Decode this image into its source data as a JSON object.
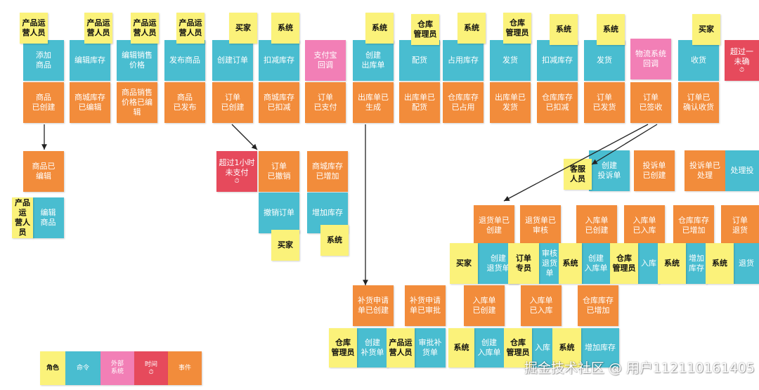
{
  "colors": {
    "role": "#fbf27a",
    "command": "#49bdd0",
    "external": "#f27fb6",
    "time": "#e64a5c",
    "event": "#f28c3b"
  },
  "legend": [
    {
      "kind": "role",
      "text": "角色"
    },
    {
      "kind": "command",
      "text": "命令"
    },
    {
      "kind": "external",
      "text": "外部\n系统"
    },
    {
      "kind": "time",
      "text": "时间",
      "icon": "clock-icon"
    },
    {
      "kind": "event",
      "text": "事件"
    }
  ],
  "notes": [
    {
      "kind": "command",
      "text": "添加\n商品"
    },
    {
      "kind": "role",
      "text": "产品运\n营人员"
    },
    {
      "kind": "event",
      "text": "商品\n已创建"
    },
    {
      "kind": "command",
      "text": "编辑库存"
    },
    {
      "kind": "role",
      "text": "产品运\n营人员"
    },
    {
      "kind": "event",
      "text": "商城库存\n已编辑"
    },
    {
      "kind": "command",
      "text": "编辑销售\n价格"
    },
    {
      "kind": "role",
      "text": "产品运\n营人员"
    },
    {
      "kind": "event",
      "text": "商品销售\n价格已编辑"
    },
    {
      "kind": "command",
      "text": "发布商品"
    },
    {
      "kind": "role",
      "text": "产品运\n营人员"
    },
    {
      "kind": "event",
      "text": "商品\n已发布"
    },
    {
      "kind": "command",
      "text": "创建订单"
    },
    {
      "kind": "role",
      "text": "买家"
    },
    {
      "kind": "event",
      "text": "订单\n已创建"
    },
    {
      "kind": "command",
      "text": "扣减库存"
    },
    {
      "kind": "role",
      "text": "系统"
    },
    {
      "kind": "event",
      "text": "商城库存\n已扣减"
    },
    {
      "kind": "external",
      "text": "支付宝\n回调"
    },
    {
      "kind": "event",
      "text": "订单\n已支付"
    },
    {
      "kind": "command",
      "text": "创建\n出库单"
    },
    {
      "kind": "role",
      "text": "系统"
    },
    {
      "kind": "event",
      "text": "出库单已\n生成"
    },
    {
      "kind": "command",
      "text": "配货"
    },
    {
      "kind": "role",
      "text": "仓库\n管理员"
    },
    {
      "kind": "event",
      "text": "出库单已\n配货"
    },
    {
      "kind": "command",
      "text": "占用库存"
    },
    {
      "kind": "role",
      "text": "系统"
    },
    {
      "kind": "event",
      "text": "仓库库存\n已占用"
    },
    {
      "kind": "command",
      "text": "发货"
    },
    {
      "kind": "role",
      "text": "仓库\n管理员"
    },
    {
      "kind": "event",
      "text": "出库单已\n发货"
    },
    {
      "kind": "command",
      "text": "扣减库存"
    },
    {
      "kind": "role",
      "text": "系统"
    },
    {
      "kind": "event",
      "text": "仓库库存\n已扣减"
    },
    {
      "kind": "command",
      "text": "发货"
    },
    {
      "kind": "role",
      "text": "系统"
    },
    {
      "kind": "event",
      "text": "订单\n已发货"
    },
    {
      "kind": "external",
      "text": "物流系统\n回调"
    },
    {
      "kind": "event",
      "text": "订单\n已签收"
    },
    {
      "kind": "command",
      "text": "收货"
    },
    {
      "kind": "role",
      "text": "买家"
    },
    {
      "kind": "event",
      "text": "订单已\n确认收货"
    },
    {
      "kind": "time",
      "text": "超过一\n未确",
      "icon": "clock-icon"
    },
    {
      "kind": "event",
      "text": "商品已\n编辑"
    },
    {
      "kind": "command",
      "text": "编辑\n商品"
    },
    {
      "kind": "role",
      "text": "产品运\n营人员"
    },
    {
      "kind": "time",
      "text": "超过1小时\n未支付",
      "icon": "clock-icon"
    },
    {
      "kind": "event",
      "text": "订单\n已撤销"
    },
    {
      "kind": "command",
      "text": "撤销订单"
    },
    {
      "kind": "role",
      "text": "买家"
    },
    {
      "kind": "event",
      "text": "商城库存\n已增加"
    },
    {
      "kind": "command",
      "text": "增加库存"
    },
    {
      "kind": "role",
      "text": "系统"
    },
    {
      "kind": "command",
      "text": "创建\n投诉单"
    },
    {
      "kind": "role",
      "text": "客服\n人员"
    },
    {
      "kind": "event",
      "text": "投诉单\n已创建"
    },
    {
      "kind": "event",
      "text": "投诉单已\n处理"
    },
    {
      "kind": "command",
      "text": "处理投"
    },
    {
      "kind": "event",
      "text": "退货单已\n创建"
    },
    {
      "kind": "event",
      "text": "退货单已\n审核"
    },
    {
      "kind": "event",
      "text": "入库单\n已创建"
    },
    {
      "kind": "event",
      "text": "入库单\n已入库"
    },
    {
      "kind": "event",
      "text": "仓库库存\n已增加"
    },
    {
      "kind": "event",
      "text": "订单\n退货"
    },
    {
      "kind": "command",
      "text": "创建\n退货单"
    },
    {
      "kind": "role",
      "text": "买家"
    },
    {
      "kind": "command",
      "text": "审核\n退货单"
    },
    {
      "kind": "role",
      "text": "订单\n专员"
    },
    {
      "kind": "command",
      "text": "创建\n入库单"
    },
    {
      "kind": "role",
      "text": "系统"
    },
    {
      "kind": "command",
      "text": "入库"
    },
    {
      "kind": "role",
      "text": "仓库\n管理员"
    },
    {
      "kind": "command",
      "text": "增加库存"
    },
    {
      "kind": "role",
      "text": "系统"
    },
    {
      "kind": "command",
      "text": "退货"
    },
    {
      "kind": "role",
      "text": "系统"
    },
    {
      "kind": "event",
      "text": "补货申请\n单已创建"
    },
    {
      "kind": "event",
      "text": "补货申请\n单已审批"
    },
    {
      "kind": "event",
      "text": "入库单\n已创建"
    },
    {
      "kind": "event",
      "text": "入库单\n已入库"
    },
    {
      "kind": "event",
      "text": "仓库库存\n已增加"
    },
    {
      "kind": "command",
      "text": "创建\n补货单"
    },
    {
      "kind": "role",
      "text": "仓库\n管理员"
    },
    {
      "kind": "command",
      "text": "审批补\n货单"
    },
    {
      "kind": "role",
      "text": "产品运\n营人员"
    },
    {
      "kind": "command",
      "text": "创建\n入库单"
    },
    {
      "kind": "role",
      "text": "系统"
    },
    {
      "kind": "command",
      "text": "入库"
    },
    {
      "kind": "role",
      "text": "仓库\n管理员"
    },
    {
      "kind": "command",
      "text": "增加库存"
    },
    {
      "kind": "role",
      "text": "系统"
    }
  ],
  "watermark": "掘金技术社区 @ 用户112110161405"
}
